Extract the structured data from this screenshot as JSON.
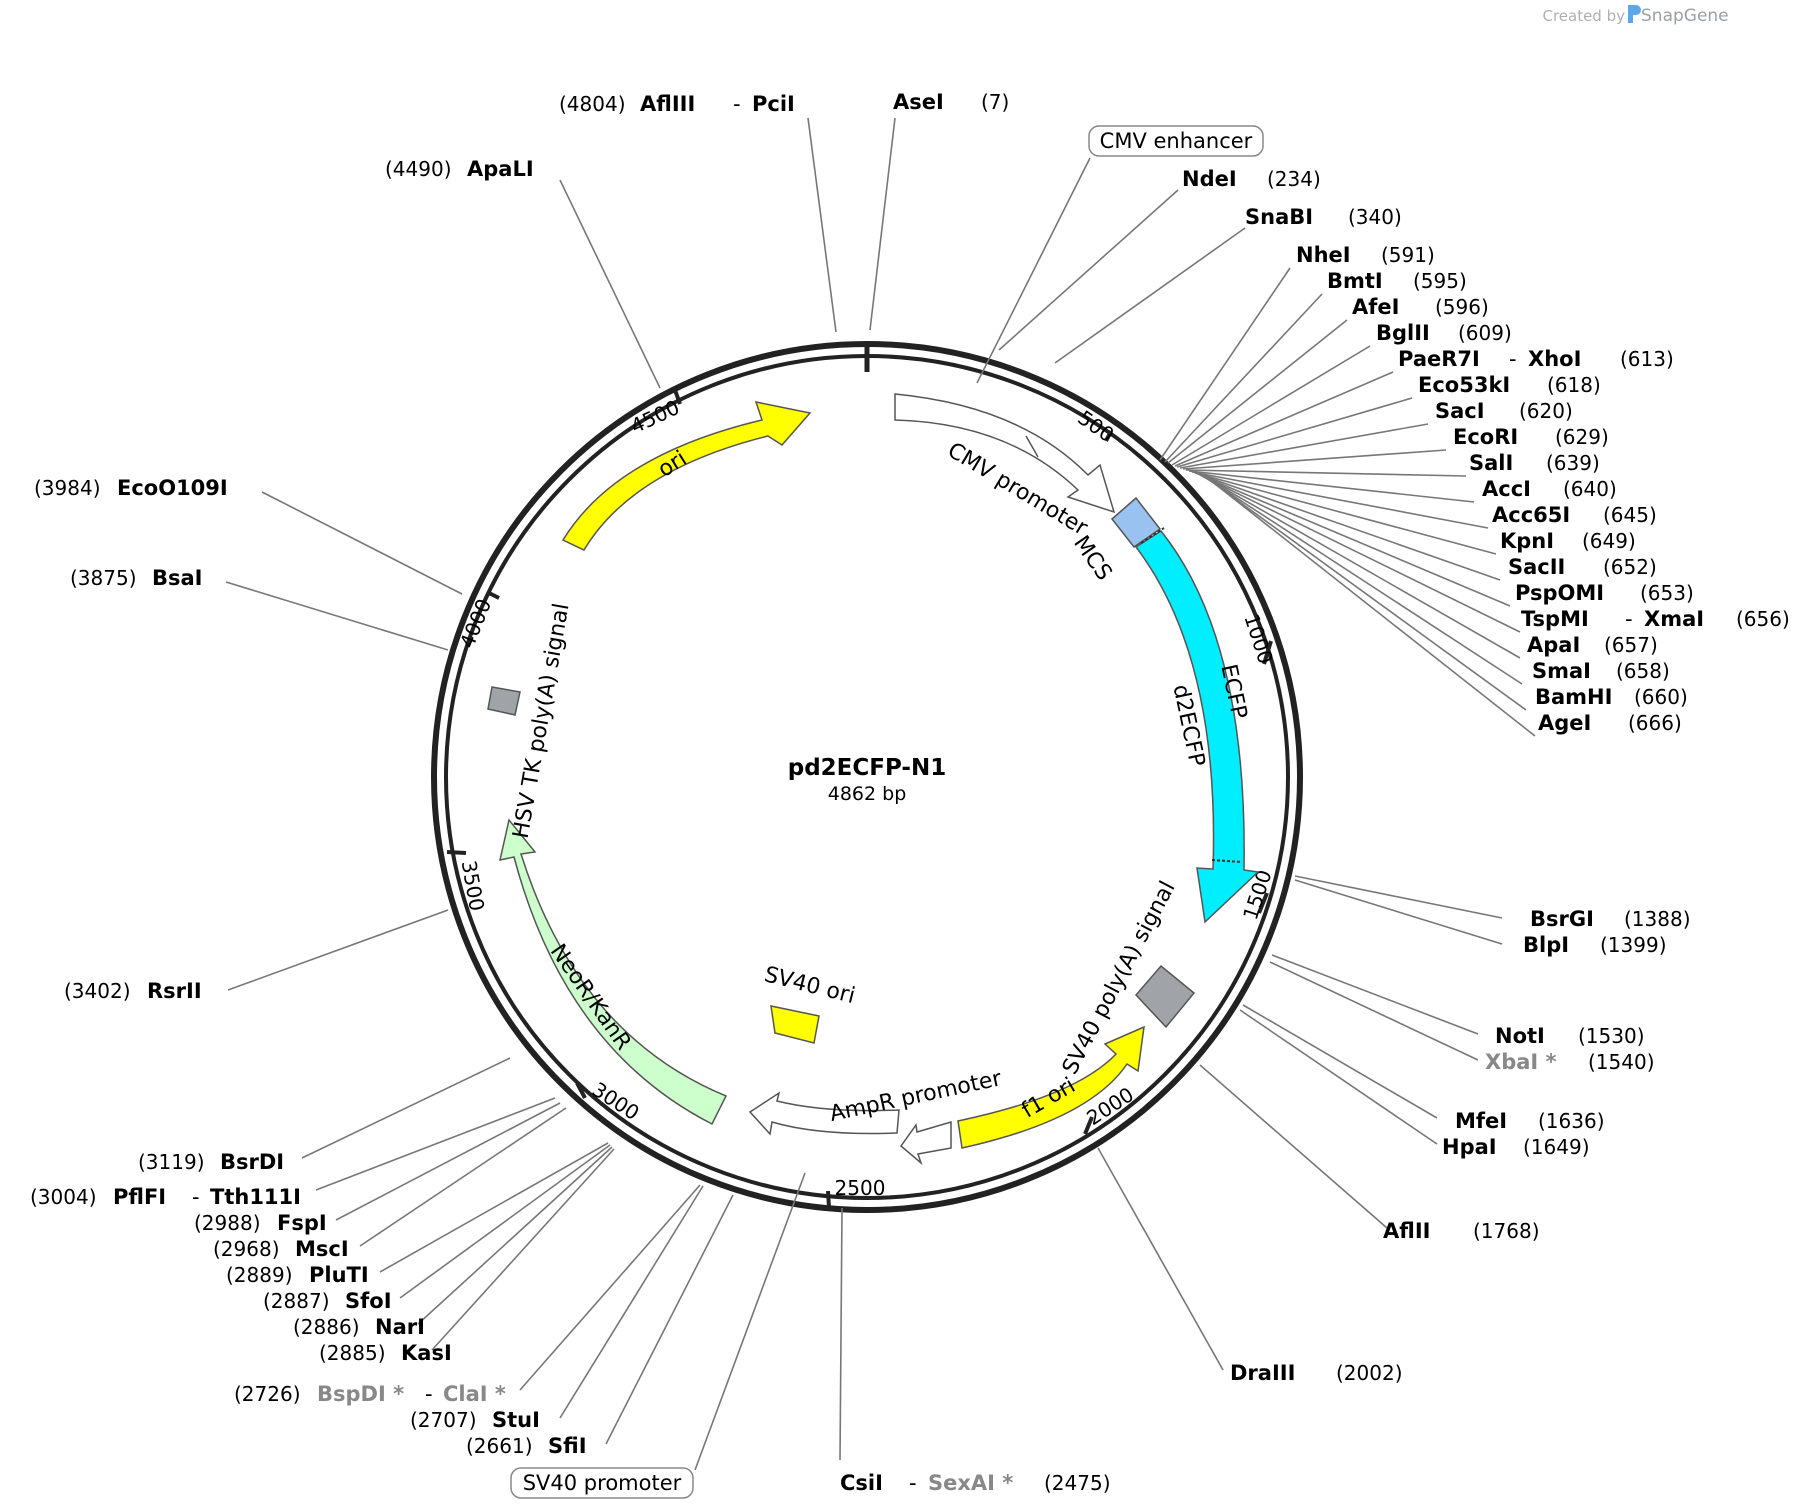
{
  "credit": {
    "prefix": "Created by",
    "brand": "SnapGene"
  },
  "plasmid": {
    "name": "pd2ECFP-N1",
    "length_label": "4862 bp"
  },
  "ticks": [
    "500",
    "1000",
    "1500",
    "2000",
    "2500",
    "3000",
    "3500",
    "4000",
    "4500"
  ],
  "boxed_labels": {
    "cmv_enhancer": "CMV enhancer",
    "sv40_promoter": "SV40 promoter"
  },
  "features": {
    "ori": "ori",
    "cmv_promoter": "CMV promoter",
    "mcs": "MCS",
    "ecfp": "ECFP",
    "d2ecfp": "d2ECFP",
    "sv40_polya": "SV40 poly(A) signal",
    "f1_ori": "f1 ori",
    "ampr_promoter": "AmpR promoter",
    "sv40_ori": "SV40 ori",
    "neor": "NeoR/KanR",
    "hsv_polya": "HSV TK poly(A) signal"
  },
  "sites": {
    "afliii": {
      "name": "AflIII",
      "pos": "(4804)"
    },
    "pcii": {
      "name": "PciI"
    },
    "asei": {
      "name": "AseI",
      "pos": "(7)"
    },
    "apali": {
      "name": "ApaLI",
      "pos": "(4490)"
    },
    "ndei": {
      "name": "NdeI",
      "pos": "(234)"
    },
    "snabi": {
      "name": "SnaBI",
      "pos": "(340)"
    },
    "nhei": {
      "name": "NheI",
      "pos": "(591)"
    },
    "bmti": {
      "name": "BmtI",
      "pos": "(595)"
    },
    "afei": {
      "name": "AfeI",
      "pos": "(596)"
    },
    "bglii": {
      "name": "BglII",
      "pos": "(609)"
    },
    "paer7i": {
      "name": "PaeR7I"
    },
    "xhoi": {
      "name": "XhoI",
      "pos": "(613)"
    },
    "eco53ki": {
      "name": "Eco53kI",
      "pos": "(618)"
    },
    "saci": {
      "name": "SacI",
      "pos": "(620)"
    },
    "ecori": {
      "name": "EcoRI",
      "pos": "(629)"
    },
    "sali": {
      "name": "SalI",
      "pos": "(639)"
    },
    "acci": {
      "name": "AccI",
      "pos": "(640)"
    },
    "acc65i": {
      "name": "Acc65I",
      "pos": "(645)"
    },
    "kpni": {
      "name": "KpnI",
      "pos": "(649)"
    },
    "sacii": {
      "name": "SacII",
      "pos": "(652)"
    },
    "pspomi": {
      "name": "PspOMI",
      "pos": "(653)"
    },
    "tspmi": {
      "name": "TspMI"
    },
    "xmai": {
      "name": "XmaI",
      "pos": "(656)"
    },
    "apai": {
      "name": "ApaI",
      "pos": "(657)"
    },
    "smai": {
      "name": "SmaI",
      "pos": "(658)"
    },
    "bamhi": {
      "name": "BamHI",
      "pos": "(660)"
    },
    "agei": {
      "name": "AgeI",
      "pos": "(666)"
    },
    "ecoo109i": {
      "name": "EcoO109I",
      "pos": "(3984)"
    },
    "bsai": {
      "name": "BsaI",
      "pos": "(3875)"
    },
    "bsrgi": {
      "name": "BsrGI",
      "pos": "(1388)"
    },
    "blpi": {
      "name": "BlpI",
      "pos": "(1399)"
    },
    "noti": {
      "name": "NotI",
      "pos": "(1530)"
    },
    "xbai": {
      "name": "XbaI *",
      "pos": "(1540)"
    },
    "mfei": {
      "name": "MfeI",
      "pos": "(1636)"
    },
    "hpai": {
      "name": "HpaI",
      "pos": "(1649)"
    },
    "aflii": {
      "name": "AflII",
      "pos": "(1768)"
    },
    "draiii": {
      "name": "DraIII",
      "pos": "(2002)"
    },
    "rsrii": {
      "name": "RsrII",
      "pos": "(3402)"
    },
    "bsrdi": {
      "name": "BsrDI",
      "pos": "(3119)"
    },
    "pflfi": {
      "name": "PflFI",
      "pos": "(3004)"
    },
    "tth111i": {
      "name": "Tth111I"
    },
    "fspi": {
      "name": "FspI",
      "pos": "(2988)"
    },
    "msci": {
      "name": "MscI",
      "pos": "(2968)"
    },
    "pluti": {
      "name": "PluTI",
      "pos": "(2889)"
    },
    "sfoi": {
      "name": "SfoI",
      "pos": "(2887)"
    },
    "nari": {
      "name": "NarI",
      "pos": "(2886)"
    },
    "kasi": {
      "name": "KasI",
      "pos": "(2885)"
    },
    "bspdi": {
      "name": "BspDI *",
      "pos": "(2726)"
    },
    "clai": {
      "name": "ClaI *"
    },
    "stui": {
      "name": "StuI",
      "pos": "(2707)"
    },
    "sfii": {
      "name": "SfiI",
      "pos": "(2661)"
    },
    "csii": {
      "name": "CsiI"
    },
    "sexai": {
      "name": "SexAI *",
      "pos": "(2475)"
    }
  },
  "colors": {
    "ori": "#ffff00",
    "ecfp": "#00eeff",
    "mcs": "#99c2f0",
    "polya": "#a0a4a8",
    "neor": "#ccffcc",
    "promoter": "#ffffff",
    "backbone": "#222222",
    "nonunique_site": "#888888",
    "snapgene_accent": "#5aa9e6"
  }
}
